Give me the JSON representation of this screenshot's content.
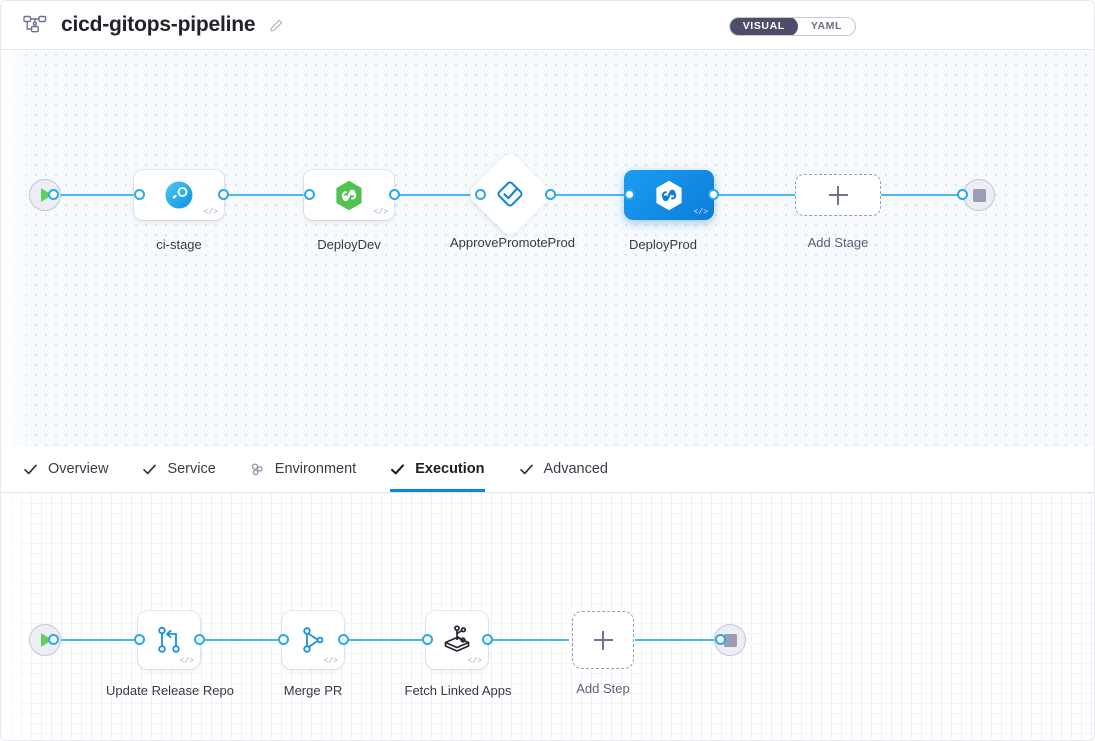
{
  "header": {
    "pipeline_icon": "pipeline-flow-icon",
    "title": "cicd-gitops-pipeline",
    "edit_icon": "pencil-edit-icon",
    "view_toggle": {
      "options": [
        {
          "label": "VISUAL",
          "active": true
        },
        {
          "label": "YAML",
          "active": false
        }
      ]
    }
  },
  "colors": {
    "edge": "#4ab8ec",
    "port_stroke": "#2ba9e8",
    "selected_node": "#0b7ddb",
    "active_tab_underline": "#0a86e0",
    "toggle_active_bg": "#4a4e69",
    "label_text": "#383946",
    "canvas_top_bg": "#f6fafd",
    "canvas_bottom_bg": "#ffffff",
    "start_play": "#5fd05f",
    "end_stop": "#9b9eb3"
  },
  "stage_canvas": {
    "start_node": {
      "name": "pipeline-start",
      "icon": "play-icon"
    },
    "end_node": {
      "name": "pipeline-end",
      "icon": "stop-icon"
    },
    "stages": [
      {
        "label": "ci-stage",
        "type": "ci",
        "icon": "harness-ci-icon",
        "selected": false,
        "code_badge": "</>"
      },
      {
        "label": "DeployDev",
        "type": "deploy",
        "icon": "green-hexagon-gitops-icon",
        "selected": false,
        "code_badge": "</>"
      },
      {
        "label": "ApprovePromoteProd",
        "type": "approval",
        "icon": "approval-diamond-icon",
        "selected": false,
        "code_badge": ""
      },
      {
        "label": "DeployProd",
        "type": "deploy",
        "icon": "white-hexagon-gitops-icon",
        "selected": true,
        "code_badge": "</>"
      }
    ],
    "add_stage": {
      "label": "Add Stage",
      "icon": "plus-icon"
    }
  },
  "tabs": [
    {
      "label": "Overview",
      "icon": "check-icon",
      "active": false
    },
    {
      "label": "Service",
      "icon": "check-icon",
      "active": false
    },
    {
      "label": "Environment",
      "icon": "hexagon-environment-icon",
      "active": false
    },
    {
      "label": "Execution",
      "icon": "check-icon",
      "active": true
    },
    {
      "label": "Advanced",
      "icon": "check-icon",
      "active": false
    }
  ],
  "step_canvas": {
    "start_node": {
      "name": "execution-start",
      "icon": "play-icon"
    },
    "end_node": {
      "name": "execution-end",
      "icon": "stop-icon"
    },
    "steps": [
      {
        "label": "Update Release Repo",
        "icon": "git-branch-icon",
        "code_badge": "</>"
      },
      {
        "label": "Merge PR",
        "icon": "git-merge-icon",
        "code_badge": "</>"
      },
      {
        "label": "Fetch Linked Apps",
        "icon": "gitops-fetch-icon",
        "code_badge": "</>"
      }
    ],
    "add_step": {
      "label": "Add Step",
      "icon": "plus-icon"
    }
  }
}
